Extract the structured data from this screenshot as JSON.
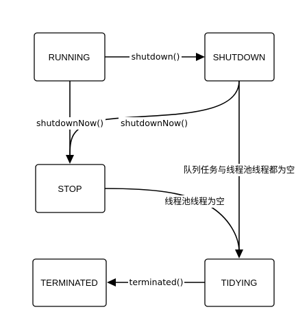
{
  "nodes": {
    "running": "RUNNING",
    "shutdown": "SHUTDOWN",
    "stop": "STOP",
    "tidying": "TIDYING",
    "terminated": "TERMINATED"
  },
  "edges": {
    "running_to_shutdown": "shutdown()",
    "running_to_stop": "shutdownNow()",
    "shutdown_to_stop": "shutdownNow()",
    "shutdown_to_tidying": "队列任务与线程池线程都为空",
    "stop_to_tidying": "线程池线程为空",
    "tidying_to_terminated": "terminated()"
  }
}
